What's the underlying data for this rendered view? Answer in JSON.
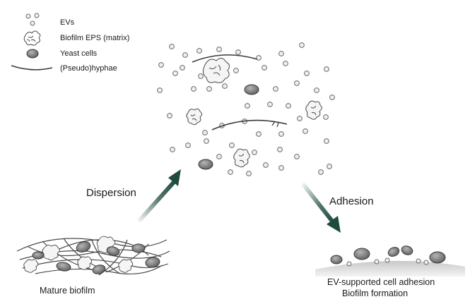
{
  "legend": {
    "evs": "EVs",
    "eps": "Biofilm EPS (matrix)",
    "yeast": "Yeast cells",
    "hyphae": "(Pseudo)hyphae"
  },
  "labels": {
    "dispersion": "Dispersion",
    "adhesion": "Adhesion",
    "mature_biofilm": "Mature biofilm",
    "adhesion_caption_1": "EV-supported cell adhesion",
    "adhesion_caption_2": "Biofilm formation"
  },
  "colors": {
    "arrow": "#1f4a3f",
    "ev_fill": "#e9e9e9",
    "ev_stroke": "#6b6b6b",
    "cell_fill": "#8a8a8a",
    "surface": "#d9d9d9"
  }
}
